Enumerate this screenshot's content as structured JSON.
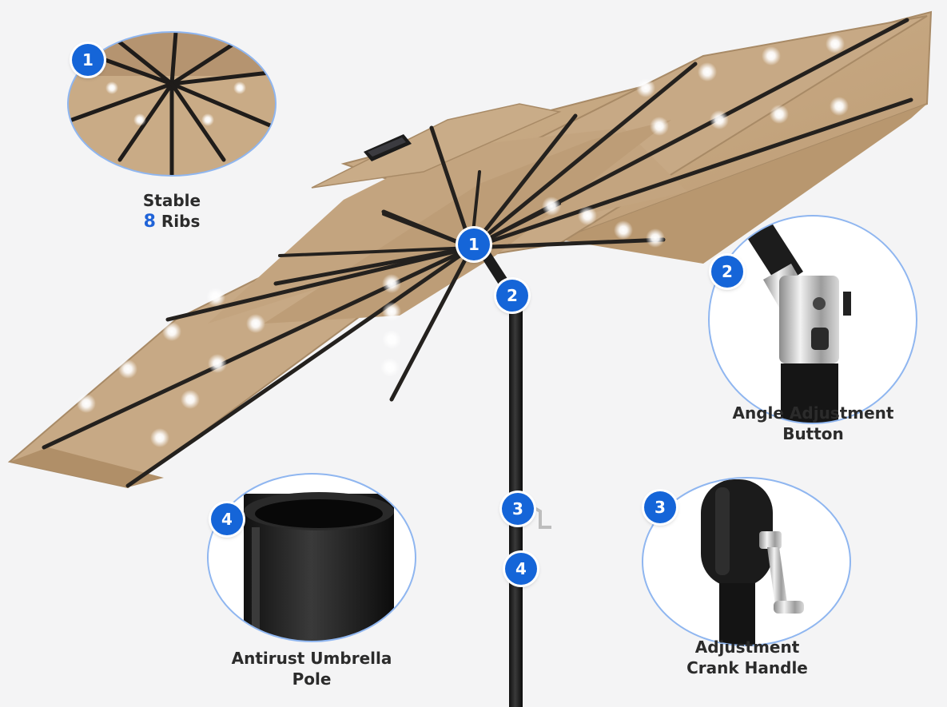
{
  "colors": {
    "canopy": "#c8ab86",
    "canopy_shade": "#b6966f",
    "rib": "#2a2724",
    "badge": "#1565d8",
    "callout_ring": "#8fb6f0",
    "background": "#f4f4f5"
  },
  "badges": {
    "ribs": "1",
    "angle": "2",
    "crank": "3",
    "pole": "4"
  },
  "callouts": {
    "ribs": {
      "line1": "Stable",
      "count": "8",
      "line2_rest": " Ribs"
    },
    "angle": {
      "line1": "Angle Adjustment",
      "line2": "Button"
    },
    "crank": {
      "line1": "Adjustment",
      "line2": "Crank Handle"
    },
    "pole": {
      "line1": "Antirust Umbrella",
      "line2": "Pole"
    }
  },
  "icons": [
    "solar-panel-icon",
    "led-light-icon",
    "crank-handle-icon",
    "tilt-joint-icon"
  ]
}
